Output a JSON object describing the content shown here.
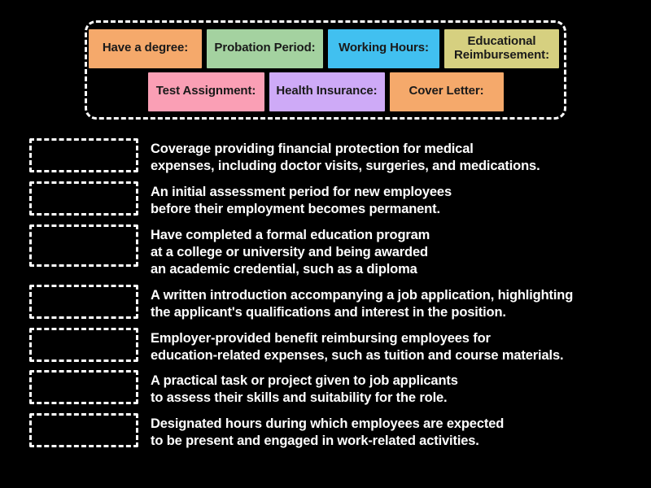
{
  "activity": {
    "type": "match-up-drag-and-drop",
    "background_color": "#000000",
    "text_color": "#ffffff",
    "dashed_border_color": "#ffffff"
  },
  "tile_bank": {
    "rows": [
      {
        "tiles": [
          {
            "label": "Have a degree:",
            "color": "#f5a96b",
            "width_class": "tile-w-degree",
            "name": "tile-have-a-degree"
          },
          {
            "label": "Probation\nPeriod:",
            "color": "#a4d2a0",
            "width_class": "tile-w-probation",
            "name": "tile-probation-period"
          },
          {
            "label": "Working Hours:",
            "color": "#41c0f0",
            "width_class": "tile-w-hours",
            "name": "tile-working-hours"
          },
          {
            "label": "Educational\nReimbursement:",
            "color": "#d6d080",
            "width_class": "tile-w-reimburse",
            "name": "tile-educational-reimbursement"
          }
        ]
      },
      {
        "tiles": [
          {
            "label": "Test\nAssignment:",
            "color": "#fa9fb5",
            "width_class": "tile-w-test",
            "name": "tile-test-assignment"
          },
          {
            "label": "Health\nInsurance:",
            "color": "#ceaaf7",
            "width_class": "tile-w-health",
            "name": "tile-health-insurance"
          },
          {
            "label": "Cover Letter:",
            "color": "#f5a96b",
            "width_class": "tile-w-cover",
            "name": "tile-cover-letter"
          }
        ]
      }
    ]
  },
  "answers": {
    "rows": [
      {
        "drop_zone_label": "",
        "definition": "Coverage providing financial protection for medical\nexpenses, including doctor visits, surgeries, and medications.",
        "lines": 2
      },
      {
        "drop_zone_label": "",
        "definition": "An initial assessment period for new employees\nbefore their employment becomes permanent.",
        "lines": 2
      },
      {
        "drop_zone_label": "",
        "definition": "Have completed a formal education program\nat a college or university and being awarded\nan academic credential, such as a diploma",
        "lines": 3
      },
      {
        "drop_zone_label": "",
        "definition": "A written introduction accompanying a job application, highlighting\nthe applicant's qualifications and interest in the position.",
        "lines": 2
      },
      {
        "drop_zone_label": "",
        "definition": "Employer-provided benefit reimbursing employees for\neducation-related expenses, such as tuition and course materials.",
        "lines": 2
      },
      {
        "drop_zone_label": "",
        "definition": "A practical task or project given to job applicants\nto assess their skills and suitability for the role.",
        "lines": 2
      },
      {
        "drop_zone_label": "",
        "definition": "Designated hours during which employees are expected\nto be present and engaged in work-related activities.",
        "lines": 2
      }
    ]
  }
}
